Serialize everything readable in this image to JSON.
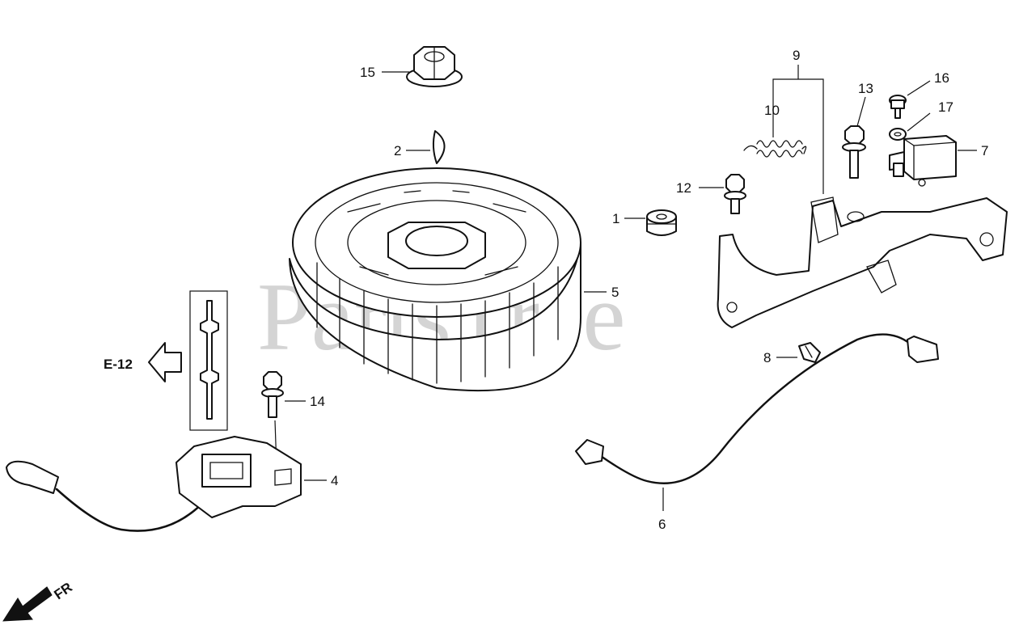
{
  "watermark": "PartsTree",
  "callouts": {
    "p1": "1",
    "p2": "2",
    "p4": "4",
    "p5": "5",
    "p6": "6",
    "p7": "7",
    "p8": "8",
    "p9": "9",
    "p10": "10",
    "p12": "12",
    "p13": "13",
    "p14": "14",
    "p15": "15",
    "p16": "16",
    "p17": "17"
  },
  "reference": "E-12",
  "direction": "FR",
  "colors": {
    "line": "#111111",
    "watermark": "#d4d4d4",
    "background": "#ffffff"
  }
}
